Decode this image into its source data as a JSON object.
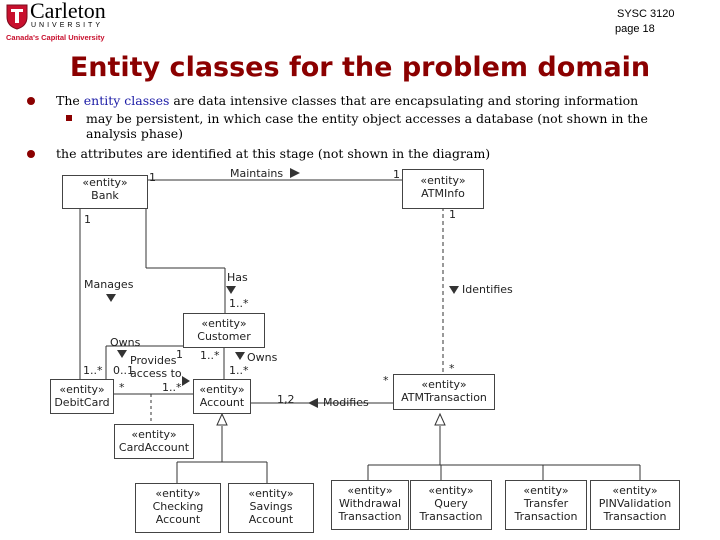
{
  "header": {
    "logo_name": "Carleton",
    "logo_university": "UNIVERSITY",
    "logo_tagline": "Canada's Capital University",
    "course": "SYSC 3120",
    "page": "page 18"
  },
  "title": "Entity classes for the problem domain",
  "bullets": {
    "b1_pre": "The",
    "b1_hl": "entity classes",
    "b1_post": "are data intensive classes that are encapsulating and storing information",
    "sub1": "may be persistent, in which case the entity object accesses a database (not shown in the analysis phase)",
    "b2": "the attributes are identified at this stage (not shown in the diagram)"
  },
  "diagram": {
    "stereotype": "«entity»",
    "classes": {
      "bank": "Bank",
      "atminfo": "ATMInfo",
      "customer": "Customer",
      "debitcard": "DebitCard",
      "account": "Account",
      "atmtransaction": "ATMTransaction",
      "cardaccount": "CardAccount",
      "checking": "Checking Account",
      "savings": "Savings Account",
      "withdrawal": "Withdrawal Transaction",
      "query": "Query Transaction",
      "transfer": "Transfer Transaction",
      "pinvalidation": "PINValidation Transaction"
    },
    "associations": {
      "maintains": "Maintains",
      "manages": "Manages",
      "has": "Has",
      "identifies": "Identifies",
      "owns_left": "Owns",
      "owns_right": "Owns",
      "provides": "Provides access to",
      "modifies": "Modifies"
    },
    "multiplicities": {
      "bank_maintains": "1",
      "atminfo_maintains": "1",
      "bank_down": "1",
      "atminfo_down": "1",
      "customer_has": "1..*",
      "debit_owns": "1..*",
      "customer_owns_left": "1",
      "customer_owns_right": "1..*",
      "account_owns": "1..*",
      "debit_provides": "*",
      "provides_01": "0..1",
      "account_provides": "1..*",
      "account_modifies": "1,2",
      "atm_modifies": "*",
      "atm_identifies": "*"
    }
  }
}
